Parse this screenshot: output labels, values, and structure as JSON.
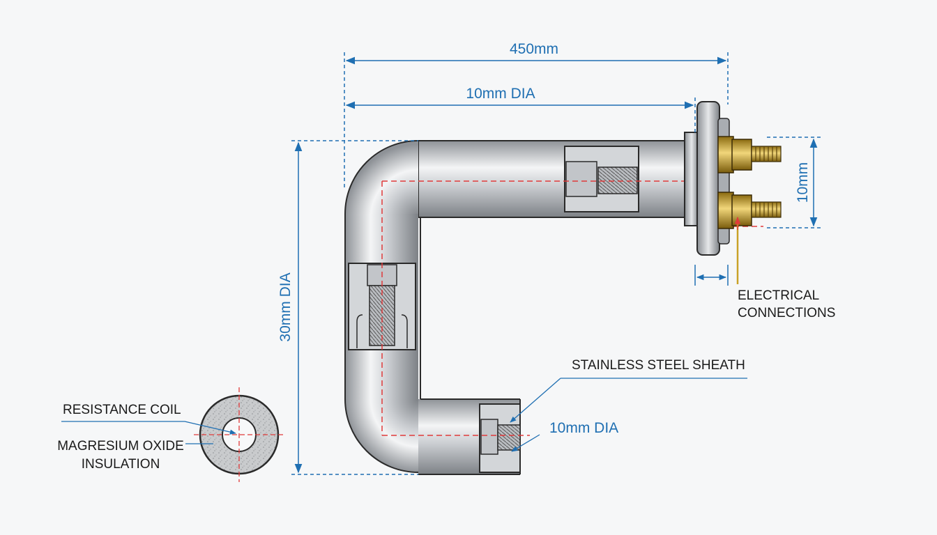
{
  "dimensions": {
    "overall_length": "450mm",
    "tube_diameter_top": "10mm DIA",
    "overall_height": "30mm DIA",
    "terminal_spacing": "10mm",
    "tube_diameter_bottom": "10mm DIA"
  },
  "callouts": {
    "electrical_line1": "ELECTRICAL",
    "electrical_line2": "CONNECTIONS",
    "sheath": "STAINLESS STEEL SHEATH",
    "coil": "RESISTANCE COIL",
    "insulation_line1": "MAGRESIUM OXIDE",
    "insulation_line2": "INSULATION"
  },
  "colors": {
    "dimension": "#1f6fb2",
    "centerline": "#e03a3a",
    "steel": "#c4c7cb",
    "brass": "#c9a227",
    "outline": "#222222"
  }
}
